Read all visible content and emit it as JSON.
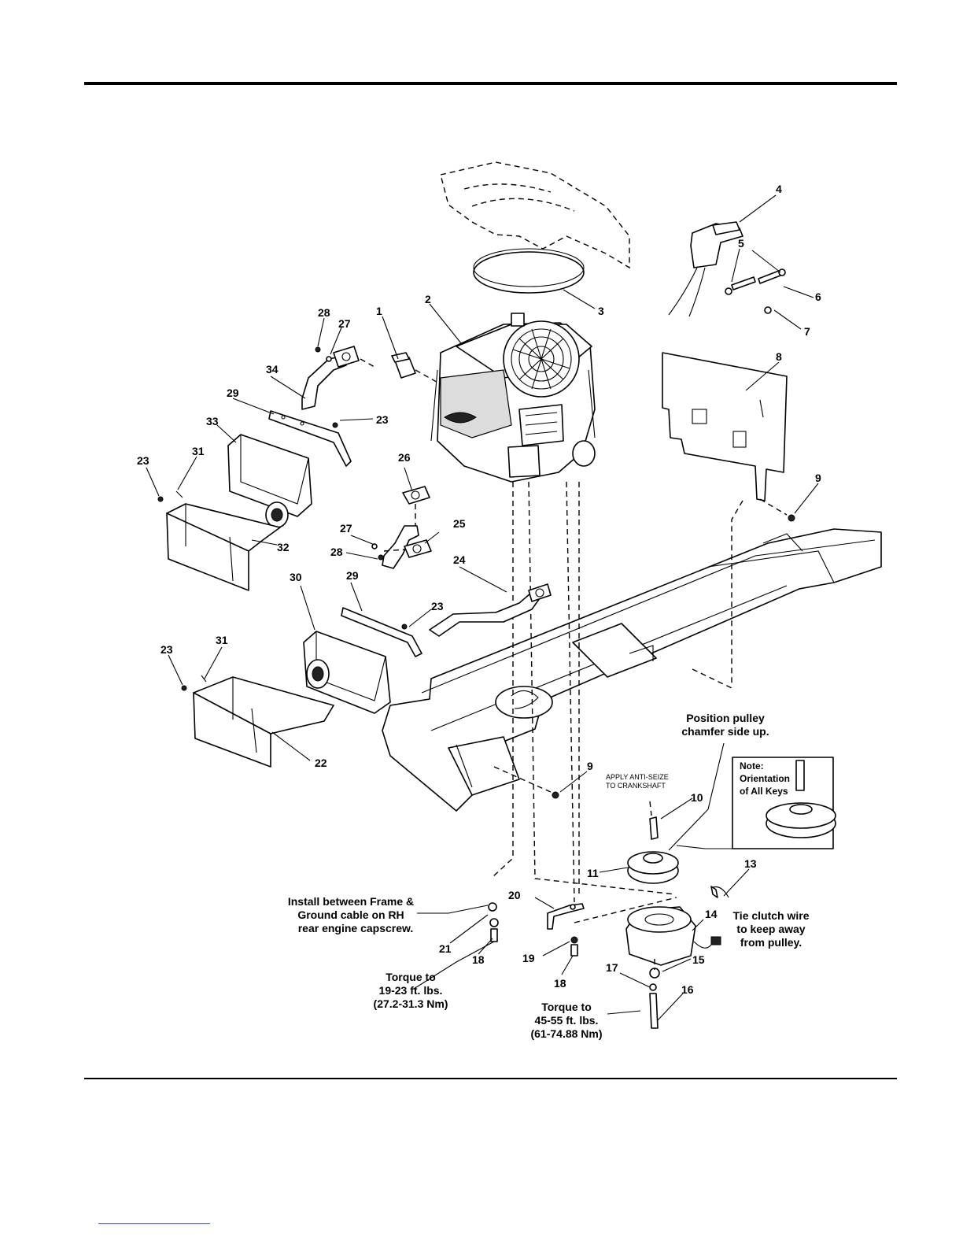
{
  "callouts": {
    "c1": "1",
    "c2": "2",
    "c3": "3",
    "c4": "4",
    "c5": "5",
    "c6": "6",
    "c7": "7",
    "c8": "8",
    "c9a": "9",
    "c9b": "9",
    "c10": "10",
    "c11": "11",
    "c13": "13",
    "c14": "14",
    "c15": "15",
    "c16": "16",
    "c17": "17",
    "c18a": "18",
    "c18b": "18",
    "c19": "19",
    "c20": "20",
    "c21": "21",
    "c22": "22",
    "c23a": "23",
    "c23b": "23",
    "c23c": "23",
    "c23d": "23",
    "c24": "24",
    "c25": "25",
    "c26": "26",
    "c27a": "27",
    "c27b": "27",
    "c28a": "28",
    "c28b": "28",
    "c29a": "29",
    "c29b": "29",
    "c30": "30",
    "c31a": "31",
    "c31b": "31",
    "c32": "32",
    "c33": "33",
    "c34": "34"
  },
  "notes": {
    "pulley_line1": "Position pulley",
    "pulley_line2": "chamfer side up.",
    "antiseize_line1": "APPLY ANTI-SEIZE",
    "antiseize_line2": "TO CRANKSHAFT",
    "keys_line1": "Note:",
    "keys_line2": "Orientation",
    "keys_line3": "of All Keys",
    "ground_line1": "Install between Frame &",
    "ground_line2": "Ground cable on RH",
    "ground_line3": "rear engine capscrew.",
    "torque1_line1": "Torque to",
    "torque1_line2": "19-23 ft. lbs.",
    "torque1_line3": "(27.2-31.3 Nm)",
    "torque2_line1": "Torque to",
    "torque2_line2": "45-55 ft. lbs.",
    "torque2_line3": "(61-74.88 Nm)",
    "clutch_line1": "Tie clutch wire",
    "clutch_line2": "to keep away",
    "clutch_line3": "from pulley."
  }
}
